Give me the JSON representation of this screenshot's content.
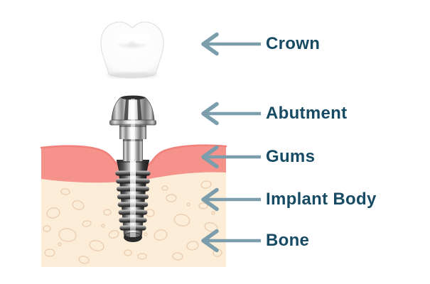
{
  "figure": {
    "labels": [
      {
        "text": "Crown"
      },
      {
        "text": "Abutment"
      },
      {
        "text": "Gums"
      },
      {
        "text": "Implant Body"
      },
      {
        "text": "Bone"
      }
    ],
    "colors": {
      "label_text": "#174A63",
      "arrow": "#7C9DAB",
      "gum_pink": "#F6928C",
      "gum_edge": "#F0817B",
      "bone_cream": "#FCEDD8",
      "bone_texture": "#E2BE9B",
      "crown_white": "#FFFFFF",
      "implant_metal_dark": "#1F1F1F"
    }
  }
}
